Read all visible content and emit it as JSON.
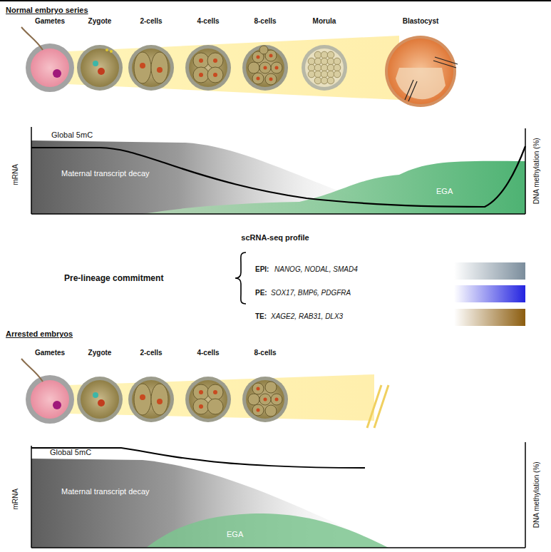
{
  "diagram": {
    "labels": [
      "Normal embryo series",
      "Gametes",
      "Zygote",
      "2-cells",
      "4-cells",
      "8-cells",
      "Morula",
      "Blastocyst",
      "Global 5mC",
      "Maternal transcript decay",
      "EGA",
      "mRNA",
      "DNA methylation (%)",
      "scRNA-seq profile",
      "EPI:",
      "NANOG, NODAL, SMAD4",
      "PE:",
      "SOX17, BMP6, PDGFRA",
      "TE:",
      "XAGE2, RAB31, DLX3",
      "Pre-lineage commitment",
      "Arrested embryos",
      "Gametes",
      "Zygote",
      "2-cells",
      "4-cells",
      "8-cells",
      "Global 5mC",
      "Maternal transcript decay",
      "EGA",
      "mRNA",
      "DNA methylation (%)"
    ]
  }
}
